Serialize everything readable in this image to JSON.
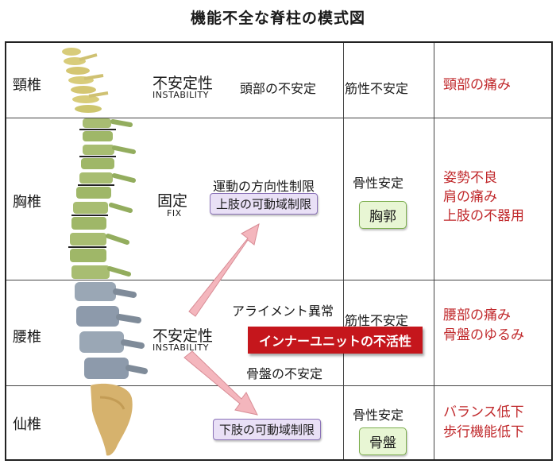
{
  "title": "機能不全な脊柱の模式図",
  "regions": {
    "cervical": "頸椎",
    "thoracic": "胸椎",
    "lumbar": "腰椎",
    "sacral": "仙椎"
  },
  "cervical_row": {
    "state": "不安定性",
    "state_en": "INSTABILITY",
    "effect": "頭部の不安定",
    "support": "筋性不安定",
    "symptom": "頸部の痛み"
  },
  "thoracic_row": {
    "state": "固定",
    "state_en": "FIX",
    "effect_top": "運動の方向性制限",
    "effect_box": "上肢の可動域制限",
    "support": "骨性安定",
    "support_box": "胸郭",
    "symptoms": [
      "姿勢不良",
      "肩の痛み",
      "上肢の不器用"
    ]
  },
  "lumbar_row": {
    "state": "不安定性",
    "state_en": "INSTABILITY",
    "effect_top": "アライメント異常",
    "banner": "インナーユニットの不活性",
    "effect_bottom": "骨盤の不安定",
    "support": "筋性不安定",
    "symptoms": [
      "腰部の痛み",
      "骨盤のゆるみ"
    ]
  },
  "sacral_row": {
    "effect_box": "下肢の可動域制限",
    "support": "骨性安定",
    "support_box": "骨盤",
    "symptoms": [
      "バランス低下",
      "歩行機能低下"
    ]
  },
  "colors": {
    "symptom_text": "#c0282b",
    "banner": "#c5161c",
    "purple_box": "#e9e0f6",
    "green_box": "#e8f6d4",
    "arrow": "#f4b6bd",
    "cervical_bone": "#d8cc7a",
    "thoracic_bone": "#a8bd72",
    "lumbar_bone": "#9aa7b5",
    "sacral_bone": "#d6b26d"
  }
}
